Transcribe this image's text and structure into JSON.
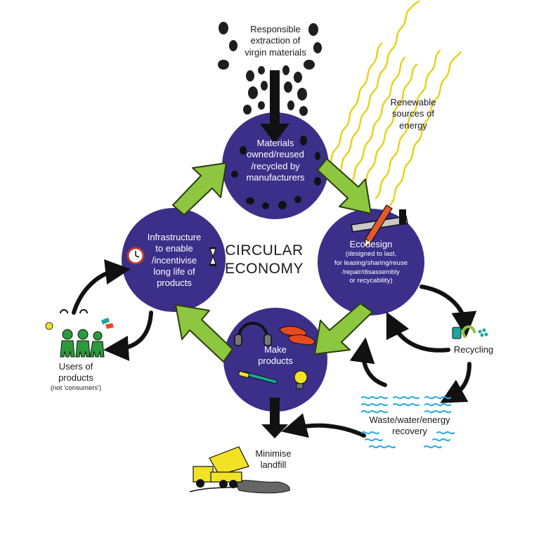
{
  "title": "CIRCULAR\nECONOMY",
  "nodes": {
    "materials": "Materials\nowned/reused\n/recycled by\nmanufacturers",
    "ecodesign_title": "Ecodesign",
    "ecodesign_detail": "(designed to last,\nfor leasing/sharing/reuse\n/repair/disassembly\nor recycability)",
    "make": "Make\nproducts",
    "infrastructure": "Infrastructure\nto enable\n/incentivise\nlong life of\nproducts"
  },
  "labels": {
    "extraction": "Responsible\nextraction of\nvirgin materials",
    "renewable": "Renewable\nsources of\nenergy",
    "recycling": "Recycling",
    "recovery": "Waste/water/energy\nrecovery",
    "landfill": "Minimise\nlandfill",
    "users": "Users of\nproducts",
    "users_note": "(not 'consumers')"
  },
  "colors": {
    "circle": "#3b2f8a",
    "arrow_green": "#8dc63f",
    "arrow_stroke": "#2a3d0c",
    "sun_lines": "#e8d21a",
    "wave": "#27a9e1",
    "people": "#2a9a3a",
    "truck": "#f2e226"
  }
}
